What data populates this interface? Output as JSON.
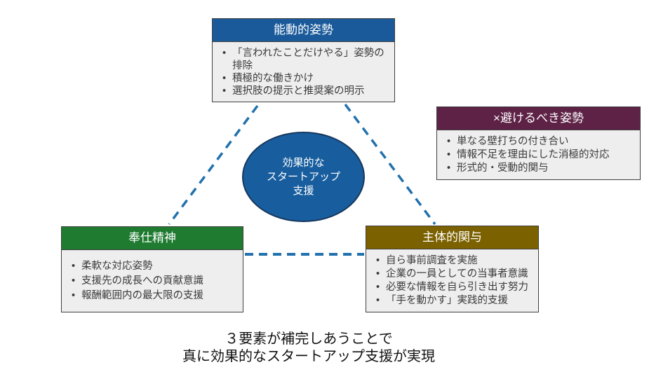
{
  "diagram": {
    "center_ellipse": {
      "lines": [
        "効果的な",
        "スタートアップ",
        "支援"
      ]
    },
    "boxes": {
      "active": {
        "header": "能動的姿勢",
        "bullets": [
          "「言われたことだけやる」姿勢の排除",
          "積極的な働きかけ",
          "選択肢の提示と推奨案の明示"
        ]
      },
      "avoid": {
        "header": "×避けるべき姿勢",
        "bullets": [
          "単なる壁打ちの付き合い",
          "情報不足を理由にした消極的対応",
          "形式的・受動的関与"
        ]
      },
      "service": {
        "header": "奉仕精神",
        "bullets": [
          "柔軟な対応姿勢",
          "支援先の成長への貢献意識",
          "報酬範囲内の最大限の支援"
        ]
      },
      "proactive": {
        "header": "主体的関与",
        "bullets": [
          "自ら事前調査を実施",
          "企業の一員としての当事者意識",
          "必要な情報を自ら引き出す努力",
          "「手を動かす」実践的支援"
        ]
      }
    },
    "caption": {
      "line1": "３要素が補完しあうことで",
      "line2": "真に効果的なスタートアップ支援が実現"
    }
  },
  "colors": {
    "header-blue": "#1A5A9A",
    "header-maroon": "#5E2247",
    "header-green": "#1E7B30",
    "header-olive": "#7C6100",
    "ellipse-fill": "#185E9E",
    "ellipse-border": "#17375E",
    "dash-blue": "#2171AD",
    "box-body-bg": "#EEEEEE",
    "box-border": "#3F3F3F",
    "bullet-text": "#3A3A3A",
    "caption-text": "#111111"
  }
}
